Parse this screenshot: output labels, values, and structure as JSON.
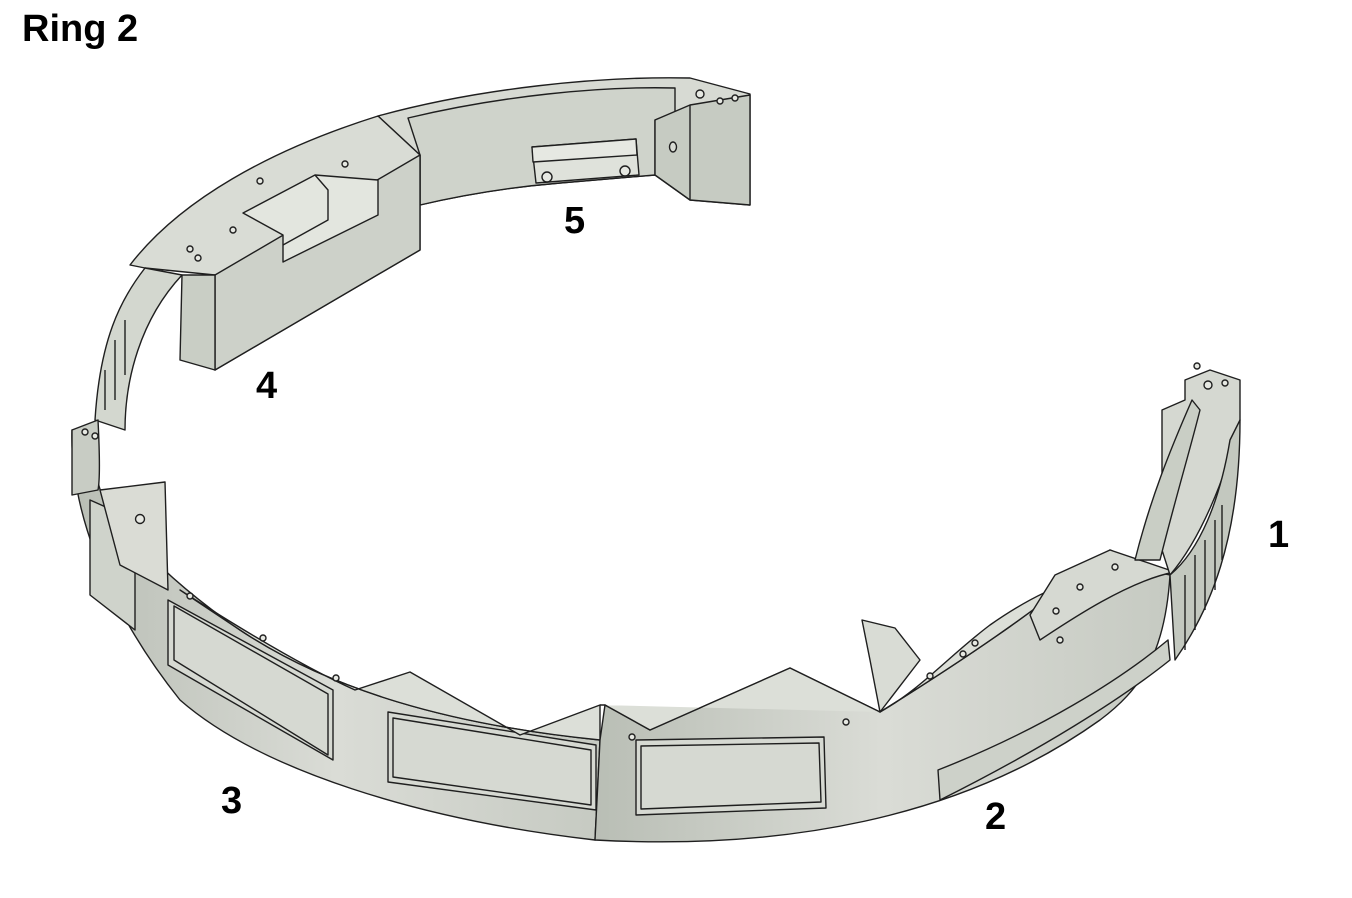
{
  "title": "Ring 2",
  "segments": [
    {
      "id": "1",
      "label": "1"
    },
    {
      "id": "2",
      "label": "2"
    },
    {
      "id": "3",
      "label": "3"
    },
    {
      "id": "4",
      "label": "4"
    },
    {
      "id": "5",
      "label": "5"
    }
  ],
  "colors": {
    "face": "#d4d8d0",
    "face_dark": "#c3c8bf",
    "face_light": "#e3e6df",
    "edge": "#1f1f1f"
  }
}
